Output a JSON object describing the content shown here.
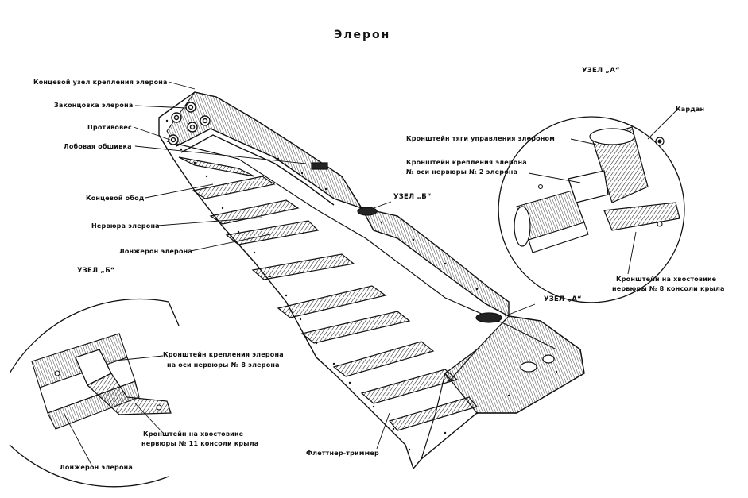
{
  "title": "Элерон",
  "labels": {
    "end_fitting": "Концевой узел крепления элерона",
    "skin_edge": "Законцовка элерона",
    "counterweight": "Противовес",
    "leading_skin": "Лобовая обшивка",
    "end_rim": "Концевой обод",
    "rib": "Нервюра элерона",
    "spar": "Лонжерон элерона",
    "node_b_main": "УЗЕЛ „Б“",
    "node_a_main": "УЗЕЛ „А“",
    "flettner": "Флеттнер-триммер"
  },
  "inset_a": {
    "title": "УЗЕЛ „А“",
    "cardan": "Кардан",
    "control_bracket": "Кронштейн тяги управления элероном",
    "mount_bracket_line1": "Кронштейн крепления элерона",
    "mount_bracket_line2": "№ оси нервюры № 2 элерона",
    "tail_bracket_line1": "Кронштейн на хвостовике",
    "tail_bracket_line2": "нервюры № 8 консоли крыла"
  },
  "inset_b": {
    "title": "УЗЕЛ „Б“",
    "mount_bracket_line1": "Кронштейн крепления элерона",
    "mount_bracket_line2": "на оси нервюры № 8 элерона",
    "tail_bracket_line1": "Кронштейн на хвостовике",
    "tail_bracket_line2": "нервюры № 11 консоли крыла",
    "spar": "Лонжерон элерона"
  },
  "colors": {
    "ink": "#111111",
    "paper": "#ffffff"
  }
}
